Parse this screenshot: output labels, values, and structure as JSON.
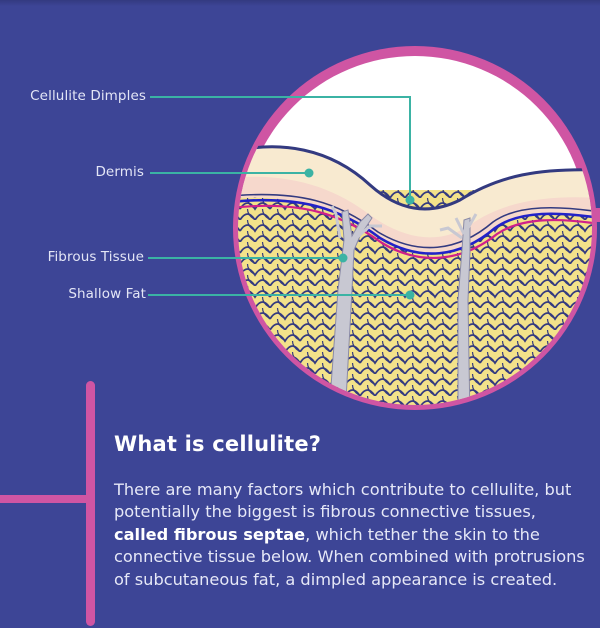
{
  "diagram": {
    "labels": [
      {
        "id": "cellulite-dimples",
        "text": "Cellulite Dimples"
      },
      {
        "id": "dermis",
        "text": "Dermis"
      },
      {
        "id": "fibrous-tissue",
        "text": "Fibrous Tissue"
      },
      {
        "id": "shallow-fat",
        "text": "Shallow Fat"
      }
    ]
  },
  "info": {
    "title": "What is cellulite?",
    "body_part1": "There are many factors which contribute to cellulite, but potentially the biggest is fibrous connective tissues, ",
    "body_bold": "called fibrous septae",
    "body_part2": ", which tether the skin to the connective tissue below. When combined with protrusions of subcutaneous fat, a dimpled appearance is created."
  },
  "colors": {
    "background": "#3d4596",
    "accent_pink": "#cf55a3",
    "leader_teal": "#3bb3a4",
    "dermis": "#f8ead0",
    "fat": "#f3e28a",
    "outline": "#333a80",
    "septae": "#c8c8d2"
  }
}
